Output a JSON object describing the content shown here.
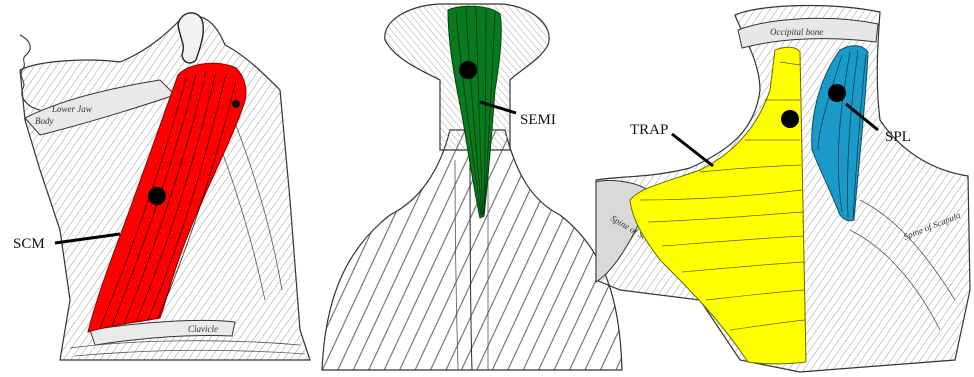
{
  "panels": {
    "left": {
      "muscle_label": "SCM",
      "muscle_color": "#ff0000",
      "engraving_labels": [
        "Lower Jaw",
        "Body",
        "Clavicle"
      ]
    },
    "middle": {
      "muscle_label": "SEMI",
      "muscle_color": "#0a7a1e"
    },
    "right": {
      "trap_label": "TRAP",
      "trap_color": "#ffff00",
      "spl_label": "SPL",
      "spl_color": "#1a9ac8",
      "engraving_labels": [
        "Occipital bone",
        "Spine of Scapula",
        "Spine of Scapula"
      ]
    }
  },
  "marker_color": "#000000"
}
